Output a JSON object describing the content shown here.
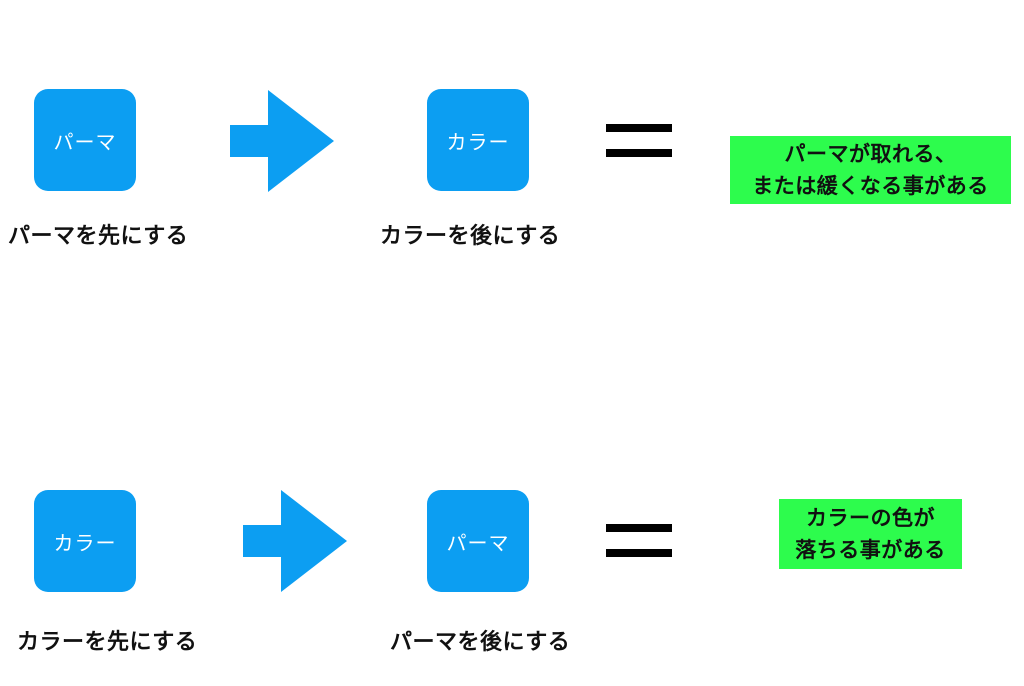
{
  "colors": {
    "box": "#0c9ef2",
    "arrow": "#0c9ef2",
    "result_bg": "#2dfc4d",
    "equals": "#000000"
  },
  "rows": [
    {
      "first_box": "パーマ",
      "first_label": "パーマを先にする",
      "second_box": "カラー",
      "second_label": "カラーを後にする",
      "result_lines": [
        "パーマが取れる、",
        "または緩くなる事がある"
      ]
    },
    {
      "first_box": "カラー",
      "first_label": "カラーを先にする",
      "second_box": "パーマ",
      "second_label": "パーマを後にする",
      "result_lines": [
        "カラーの色が",
        "落ちる事がある"
      ]
    }
  ],
  "icons": {
    "arrow": "right-arrow-icon",
    "equals": "equals-sign-icon"
  }
}
